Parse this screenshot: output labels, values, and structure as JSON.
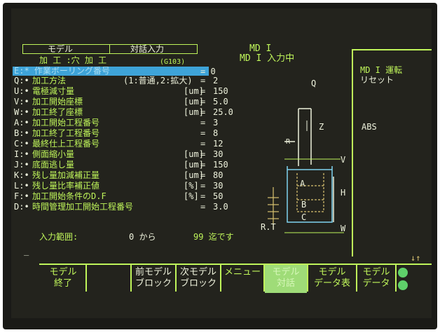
{
  "header": {
    "model_label": "モデル",
    "dialog_label": "対話入力",
    "mdi_title": "MD I",
    "mdi_status": "MD I 入力中",
    "op_title": "加 工 :穴 加 工",
    "op_code": "(G103)",
    "highlight_label": "E:* 作業ボーリング番号",
    "highlight_value": "= 0"
  },
  "params": [
    {
      "key": "Q:•",
      "label": "加工方法",
      "hint": "(1:普通,2:拡大)",
      "unit": "",
      "eq": "=",
      "value": "2"
    },
    {
      "key": "U:•",
      "label": "電極減寸量",
      "hint": "",
      "unit": "[um]",
      "eq": "=",
      "value": "150"
    },
    {
      "key": "V:•",
      "label": "加工開始座標",
      "hint": "",
      "unit": "[um]",
      "eq": "=",
      "value": "5.0"
    },
    {
      "key": "W:•",
      "label": "加工終了座標",
      "hint": "",
      "unit": "[um]",
      "eq": "=",
      "value": "25.0"
    },
    {
      "key": "A:•",
      "label": "加工開始工程番号",
      "hint": "",
      "unit": "",
      "eq": "=",
      "value": "3"
    },
    {
      "key": "B:•",
      "label": "加工終了工程番号",
      "hint": "",
      "unit": "",
      "eq": "=",
      "value": "8"
    },
    {
      "key": "C:•",
      "label": "最終仕上工程番号",
      "hint": "",
      "unit": "",
      "eq": "=",
      "value": "12"
    },
    {
      "key": "I:•",
      "label": "側面縮小量",
      "hint": "",
      "unit": "[um]",
      "eq": "=",
      "value": "30"
    },
    {
      "key": "J:•",
      "label": "底面逃し量",
      "hint": "",
      "unit": "[um]",
      "eq": "=",
      "value": "150"
    },
    {
      "key": "K:•",
      "label": "残し量加減補正量",
      "hint": "",
      "unit": "[um]",
      "eq": "=",
      "value": "80"
    },
    {
      "key": "L:•",
      "label": "残し量比率補正値",
      "hint": "",
      "unit": "[%]",
      "eq": "=",
      "value": "30"
    },
    {
      "key": "F:•",
      "label": "加工開始条件のD.F",
      "hint": "",
      "unit": "[%]",
      "eq": "=",
      "value": "50"
    },
    {
      "key": "D:•",
      "label": "時間管理加工開始工程番号",
      "hint": "",
      "unit": "",
      "eq": "=",
      "value": "3.0"
    }
  ],
  "range": {
    "label": "入力範囲:",
    "from": "0 から",
    "to": "99 迄です"
  },
  "cursor": "_",
  "right_panel": {
    "title": "MD I 運転",
    "reset": "リセット",
    "mode": "ABS",
    "arrows": "↓↑"
  },
  "diagram": {
    "q": "Q",
    "r": "R",
    "z": "Z",
    "v": "V",
    "a": "A",
    "h": "H",
    "b": "B",
    "c": "C",
    "w": "W",
    "rt": "R.T"
  },
  "fkeys": [
    {
      "line1": "モデル",
      "line2": "終了"
    },
    {
      "line1": "",
      "line2": ""
    },
    {
      "line1": "前モデル",
      "line2": "ブロック"
    },
    {
      "line1": "次モデル",
      "line2": "ブロック"
    },
    {
      "line1": "メニュー",
      "line2": ""
    },
    {
      "line1": "モデル",
      "line2": "対話"
    },
    {
      "line1": "モデル",
      "line2": "データ表"
    },
    {
      "line1": "モデル",
      "line2": "データ"
    }
  ],
  "colors": {
    "text_green": "#bff55a",
    "text_white": "#eef2dc",
    "highlight_blue": "#3ea3d8",
    "active_key": "#9fdc78",
    "screen_bg": "#23231d"
  }
}
